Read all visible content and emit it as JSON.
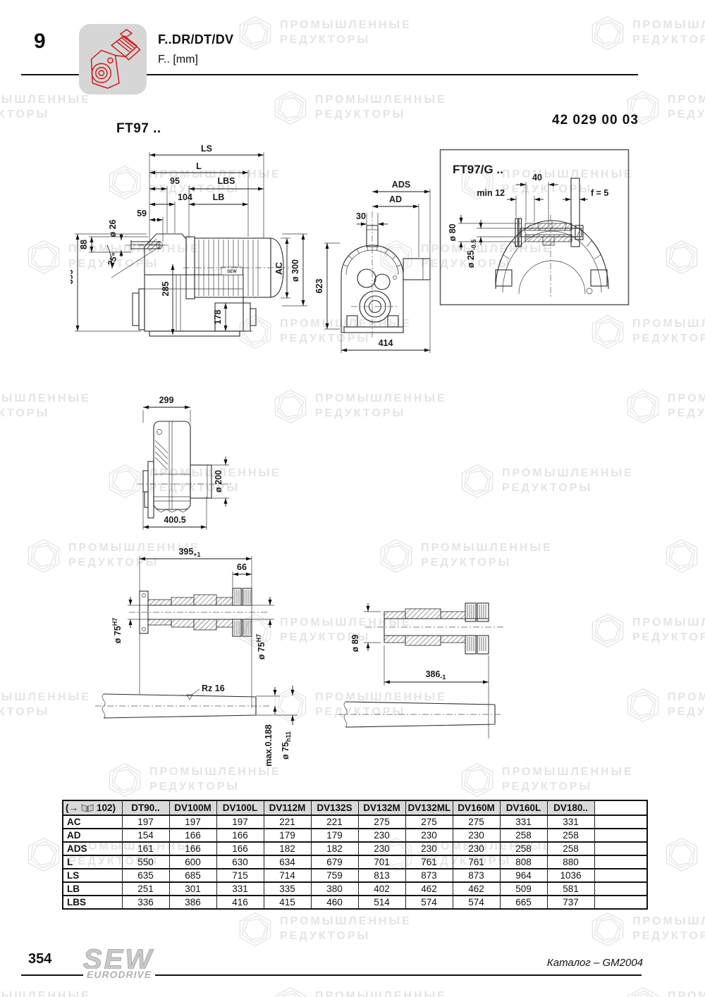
{
  "header": {
    "section_number": "9",
    "title": "F..DR/DT/DV",
    "subtitle": "F.. [mm]"
  },
  "watermark": {
    "line1": "ПРОМЫШЛЕННЫЕ",
    "line2": "РЕДУКТОРЫ"
  },
  "labels": {
    "model": "FT97 ..",
    "drawing_number": "42 029 00 03"
  },
  "drawings": {
    "side_view": {
      "ls": "LS",
      "l": "L",
      "n95": "95",
      "lbs": "LBS",
      "n104": "104",
      "lb": "LB",
      "n59": "59",
      "n88": "88",
      "d26": "ø 26",
      "angle": "25°",
      "n395": "395",
      "n285": "285",
      "n178": "178",
      "ac": "AC",
      "d300": "ø 300",
      "motor_label": "SEW"
    },
    "front_view": {
      "ads": "ADS",
      "ad": "AD",
      "n30": "30",
      "n623": "623",
      "n414": "414"
    },
    "torque_arm": {
      "title": "FT97/G ..",
      "n40": "40",
      "min12": "min 12",
      "f5": "f = 5",
      "d80": "ø 80",
      "d25": "ø 25",
      "d25_tol": "-0.5"
    },
    "top_view": {
      "n299": "299",
      "d200": "ø 200",
      "n4005": "400.5"
    },
    "shaft_left": {
      "n395": "395",
      "n395_tol": "+1",
      "n66": "66",
      "d75": "ø 75",
      "d75_tol": "H7",
      "rz": "Rz 16",
      "max": "max.0.188",
      "d75b": "ø 75",
      "d75b_tol": "h11"
    },
    "shaft_right": {
      "d89": "ø 89",
      "n386": "386",
      "n386_tol": "-1"
    }
  },
  "table": {
    "ref_arrow": "(→",
    "ref_number": "102)",
    "columns": [
      "DT90..",
      "DV100M",
      "DV100L",
      "DV112M",
      "DV132S",
      "DV132M",
      "DV132ML",
      "DV160M",
      "DV160L",
      "DV180.."
    ],
    "rows": [
      {
        "label": "AC",
        "values": [
          197,
          197,
          197,
          221,
          221,
          275,
          275,
          275,
          331,
          331
        ]
      },
      {
        "label": "AD",
        "values": [
          154,
          166,
          166,
          179,
          179,
          230,
          230,
          230,
          258,
          258
        ]
      },
      {
        "label": "ADS",
        "values": [
          161,
          166,
          166,
          182,
          182,
          230,
          230,
          230,
          258,
          258
        ]
      },
      {
        "label": "L",
        "values": [
          550,
          600,
          630,
          634,
          679,
          701,
          761,
          761,
          808,
          880
        ]
      },
      {
        "label": "LS",
        "values": [
          635,
          685,
          715,
          714,
          759,
          813,
          873,
          873,
          964,
          1036
        ]
      },
      {
        "label": "LB",
        "values": [
          251,
          301,
          331,
          335,
          380,
          402,
          462,
          462,
          509,
          581
        ]
      },
      {
        "label": "LBS",
        "values": [
          336,
          386,
          416,
          415,
          460,
          514,
          574,
          574,
          665,
          737
        ]
      }
    ]
  },
  "footer": {
    "page_number": "354",
    "logo_main": "SEW",
    "logo_sub": "EURODRIVE",
    "catalog": "Каталог – GM2004"
  }
}
